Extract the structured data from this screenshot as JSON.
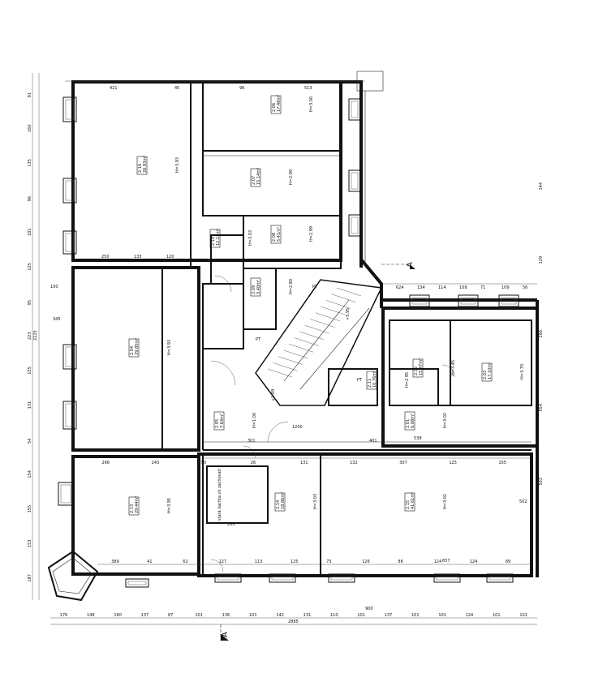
{
  "section_mark": "A",
  "top_dims": [
    "421",
    "45",
    "96",
    "513"
  ],
  "inner_dims": [
    "250",
    "133",
    "120",
    "266",
    "243",
    "50",
    "26",
    "131",
    "132",
    "307",
    "125",
    "155",
    "389",
    "41",
    "62",
    "127",
    "113",
    "125",
    "73",
    "126",
    "86",
    "124",
    "124",
    "89"
  ],
  "bottom_dims": [
    "176",
    "148",
    "160",
    "137",
    "87",
    "101",
    "136",
    "101",
    "142",
    "131",
    "110",
    "101",
    "137",
    "101",
    "101",
    "124",
    "101",
    "101"
  ],
  "bottom_total": "2885",
  "left_dims": [
    "91",
    "160",
    "135",
    "96",
    "181",
    "125",
    "95",
    "223",
    "155",
    "131",
    "54",
    "154",
    "155",
    "153",
    "187"
  ],
  "left_total": "2225",
  "right_dims": [
    "624",
    "134",
    "114",
    "109",
    "71",
    "109",
    "56",
    "144",
    "129",
    "206",
    "554",
    "502"
  ],
  "rooms": [
    {
      "num": "2.16",
      "area": "26.93m²",
      "h": "H=3.93"
    },
    {
      "num": "2.06",
      "area": "17.48m²",
      "h": "H=3.00"
    },
    {
      "num": "2.07",
      "area": "15.14m²",
      "h": "H=2.99"
    },
    {
      "num": "2.08",
      "area": "5.41m²",
      "h": "H=2.99"
    },
    {
      "num": "2.09",
      "area": "3.40m²",
      "h": "H=2.80"
    },
    {
      "num": "2.10",
      "area": "12.12m²",
      "h": "H=3.03"
    },
    {
      "num": "2.05",
      "area": "7.64m²",
      "h": "H=1.00"
    },
    {
      "num": "2.04",
      "area": "29.85m²",
      "h": "H=3.93"
    },
    {
      "num": "2.11",
      "area": "10.76m²",
      "h": "H=2.95"
    },
    {
      "num": "2.03",
      "area": "17.10m²",
      "h": "H=3.70"
    },
    {
      "num": "2.02",
      "area": "15.47m²",
      "h": "H=3.45"
    },
    {
      "num": "2.01",
      "area": "6.08m²",
      "h": "H=3.02"
    },
    {
      "num": "2.13",
      "area": "29.44m²",
      "h": "H=3.95"
    },
    {
      "num": "2.14",
      "area": "18.86m²",
      "h": "H=3.03"
    },
    {
      "num": "2.15",
      "area": "41.61m²",
      "h": "H=3.02"
    }
  ],
  "stair_labels": [
    "+5.95",
    "+1.69"
  ],
  "misc_labels": [
    "PT",
    "PT",
    "PT",
    "900",
    "301",
    "538",
    "401",
    "260",
    "657",
    "502",
    "1200",
    "100",
    "345"
  ],
  "wall_note": "stará šachta vk zachovat!"
}
